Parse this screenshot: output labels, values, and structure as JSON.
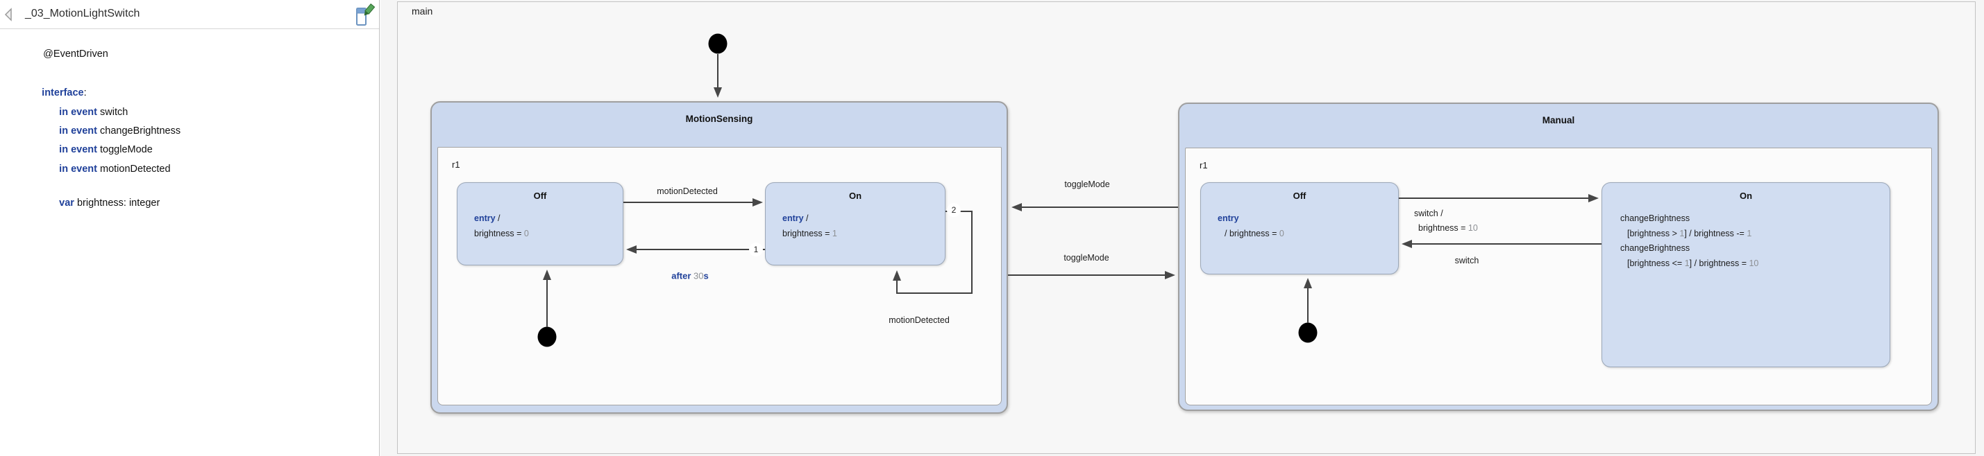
{
  "panel": {
    "title": "_03_MotionLightSwitch",
    "icons": {
      "collapse": "collapse-left",
      "edit": "edit-definition"
    },
    "code": {
      "annotation": "@EventDriven",
      "interface_kw": "interface",
      "interface_rest": ":",
      "event_kw": "in event",
      "events": {
        "e1": "switch",
        "e2": "changeBrightness",
        "e3": "toggleMode",
        "e4": "motionDetected"
      },
      "var_kw": "var",
      "var_rest": " brightness: integer"
    }
  },
  "diagram": {
    "main_region_label": "main",
    "motion_sensing": {
      "title": "MotionSensing",
      "region_label": "r1",
      "off": {
        "title": "Off",
        "entry_kw": "entry",
        "entry_sep": " /",
        "action": "brightness = ",
        "value": "0"
      },
      "on": {
        "title": "On",
        "entry_kw": "entry",
        "entry_sep": " /",
        "action": "brightness = ",
        "value": "1"
      },
      "t_motion_label": "motionDetected",
      "t_after_kw": "after",
      "t_after_val": " 30",
      "t_after_unit": "s",
      "priority_after": "1",
      "priority_selfloop": "2",
      "t_selfloop_label": "motionDetected"
    },
    "manual": {
      "title": "Manual",
      "region_label": "r1",
      "off": {
        "title": "Off",
        "entry_kw": "entry",
        "action": "/ brightness = ",
        "value": "0"
      },
      "on": {
        "title": "On",
        "l1": "changeBrightness",
        "l2a": "[brightness > ",
        "l2b": "1",
        "l2c": "] / brightness -= ",
        "l2d": "1",
        "l3": "changeBrightness",
        "l4a": "[brightness <= ",
        "l4b": "1",
        "l4c": "] / brightness = ",
        "l4d": "10"
      },
      "t_switch1_line1": "switch /",
      "t_switch1_line2": "brightness = ",
      "t_switch1_value": "10",
      "t_switch2_label": "switch"
    },
    "t_toggle_upper_label": "toggleMode",
    "t_toggle_lower_label": "toggleMode",
    "colors": {
      "state_fill": "#d1ddf1",
      "composite_fill": "#cbd8ee",
      "keyword_blue": "#20419a",
      "value_gray": "#8d9094",
      "edge": "#3f3f3f"
    }
  }
}
